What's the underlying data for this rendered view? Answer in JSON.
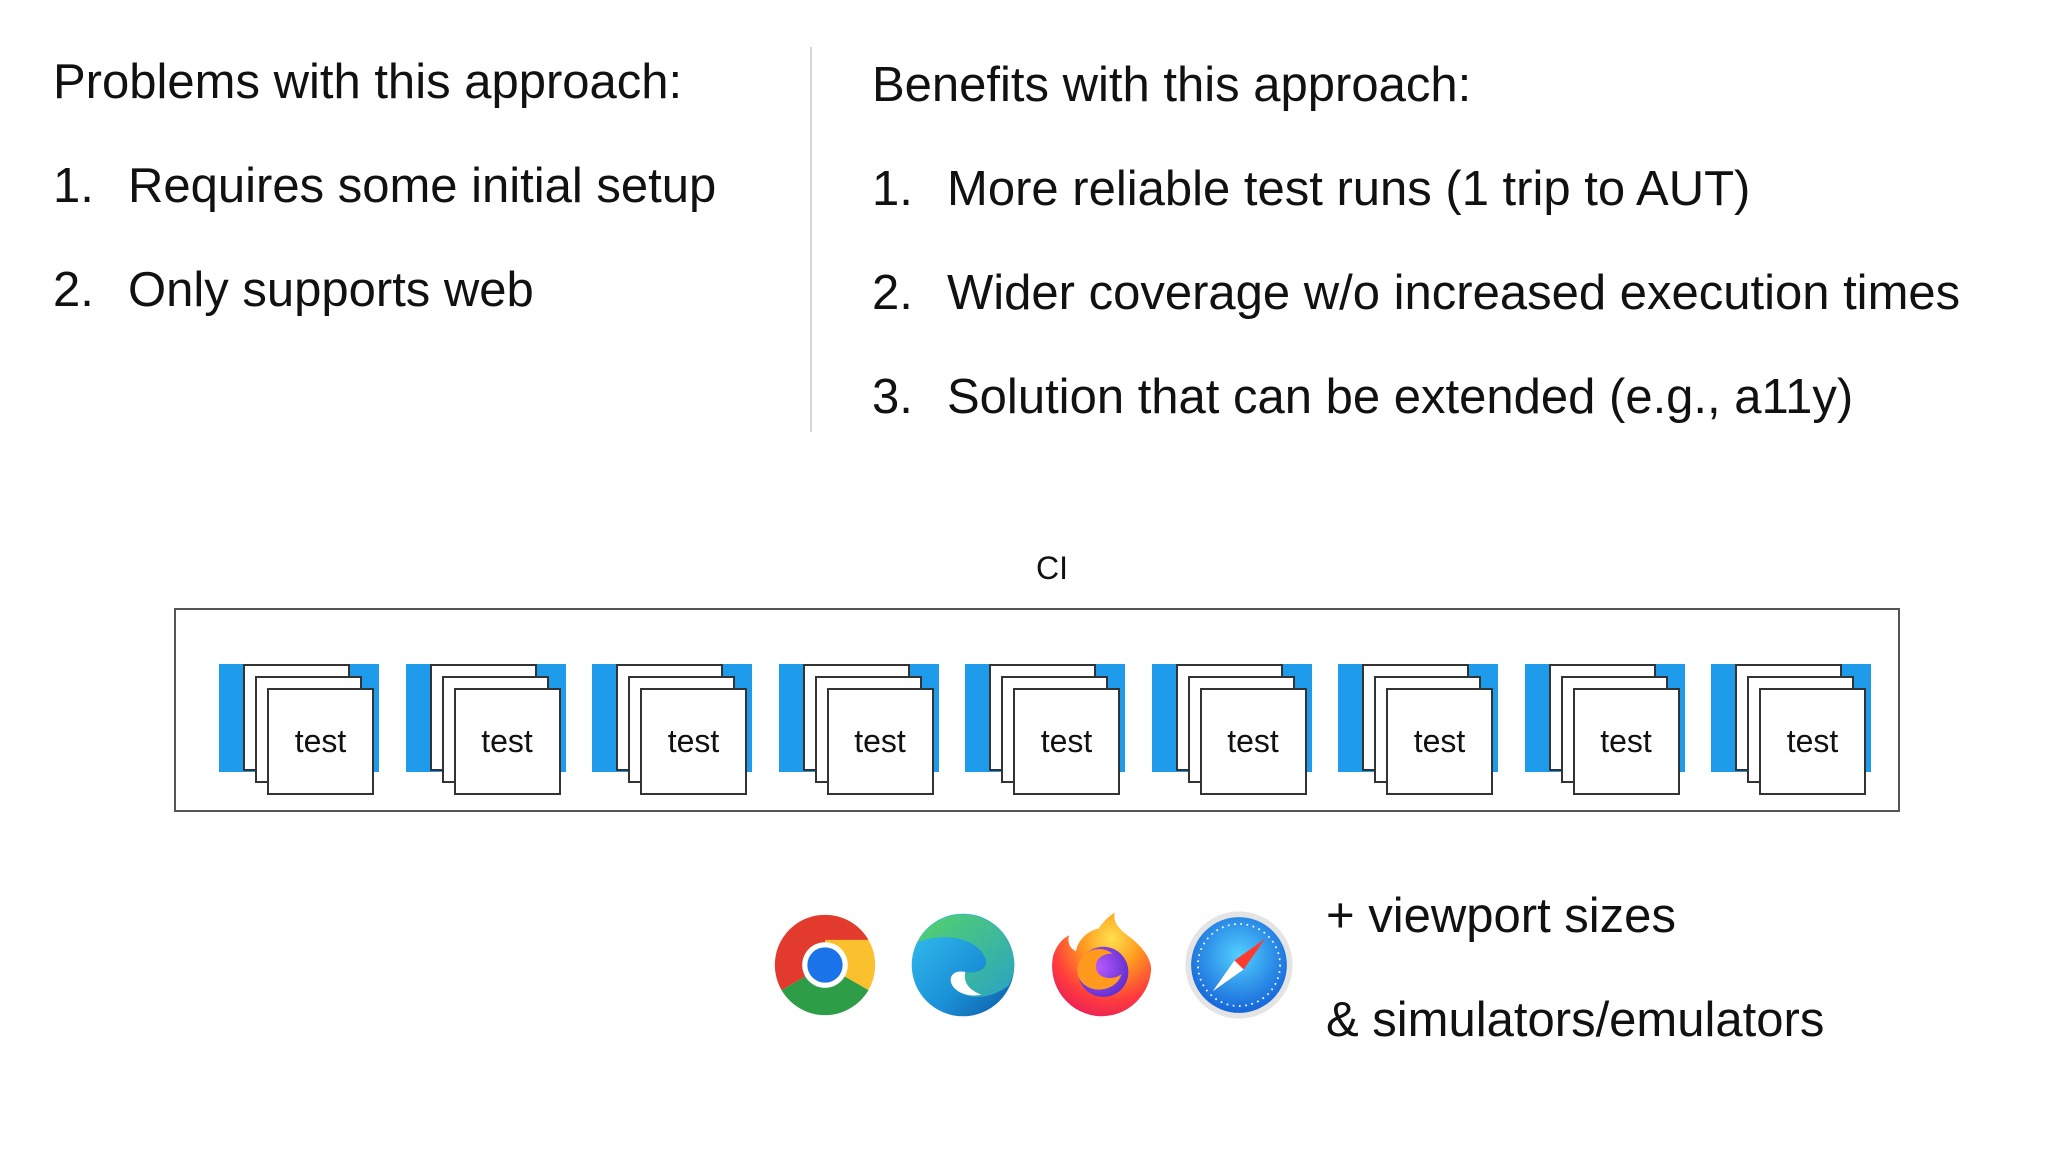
{
  "problems": {
    "heading": "Problems with this approach:",
    "items": [
      {
        "num": "1.",
        "text": "Requires some initial setup"
      },
      {
        "num": "2.",
        "text": "Only supports web"
      }
    ]
  },
  "benefits": {
    "heading": "Benefits with this approach:",
    "items": [
      {
        "num": "1.",
        "text": "More reliable test runs (1 trip to AUT)"
      },
      {
        "num": "2.",
        "text": "Wider coverage w/o increased execution times"
      },
      {
        "num": "3.",
        "text": "Solution that can be extended (e.g., a11y)"
      }
    ]
  },
  "diagram": {
    "ci_label": "CI",
    "test_label": "test",
    "test_count": 9,
    "colors": {
      "test_back": "#1e9bea",
      "border": "#555555"
    }
  },
  "browsers": [
    {
      "name": "chrome-icon"
    },
    {
      "name": "edge-icon"
    },
    {
      "name": "firefox-icon"
    },
    {
      "name": "safari-icon"
    }
  ],
  "extras": {
    "line1": "+ viewport sizes",
    "line2": "& simulators/emulators"
  }
}
